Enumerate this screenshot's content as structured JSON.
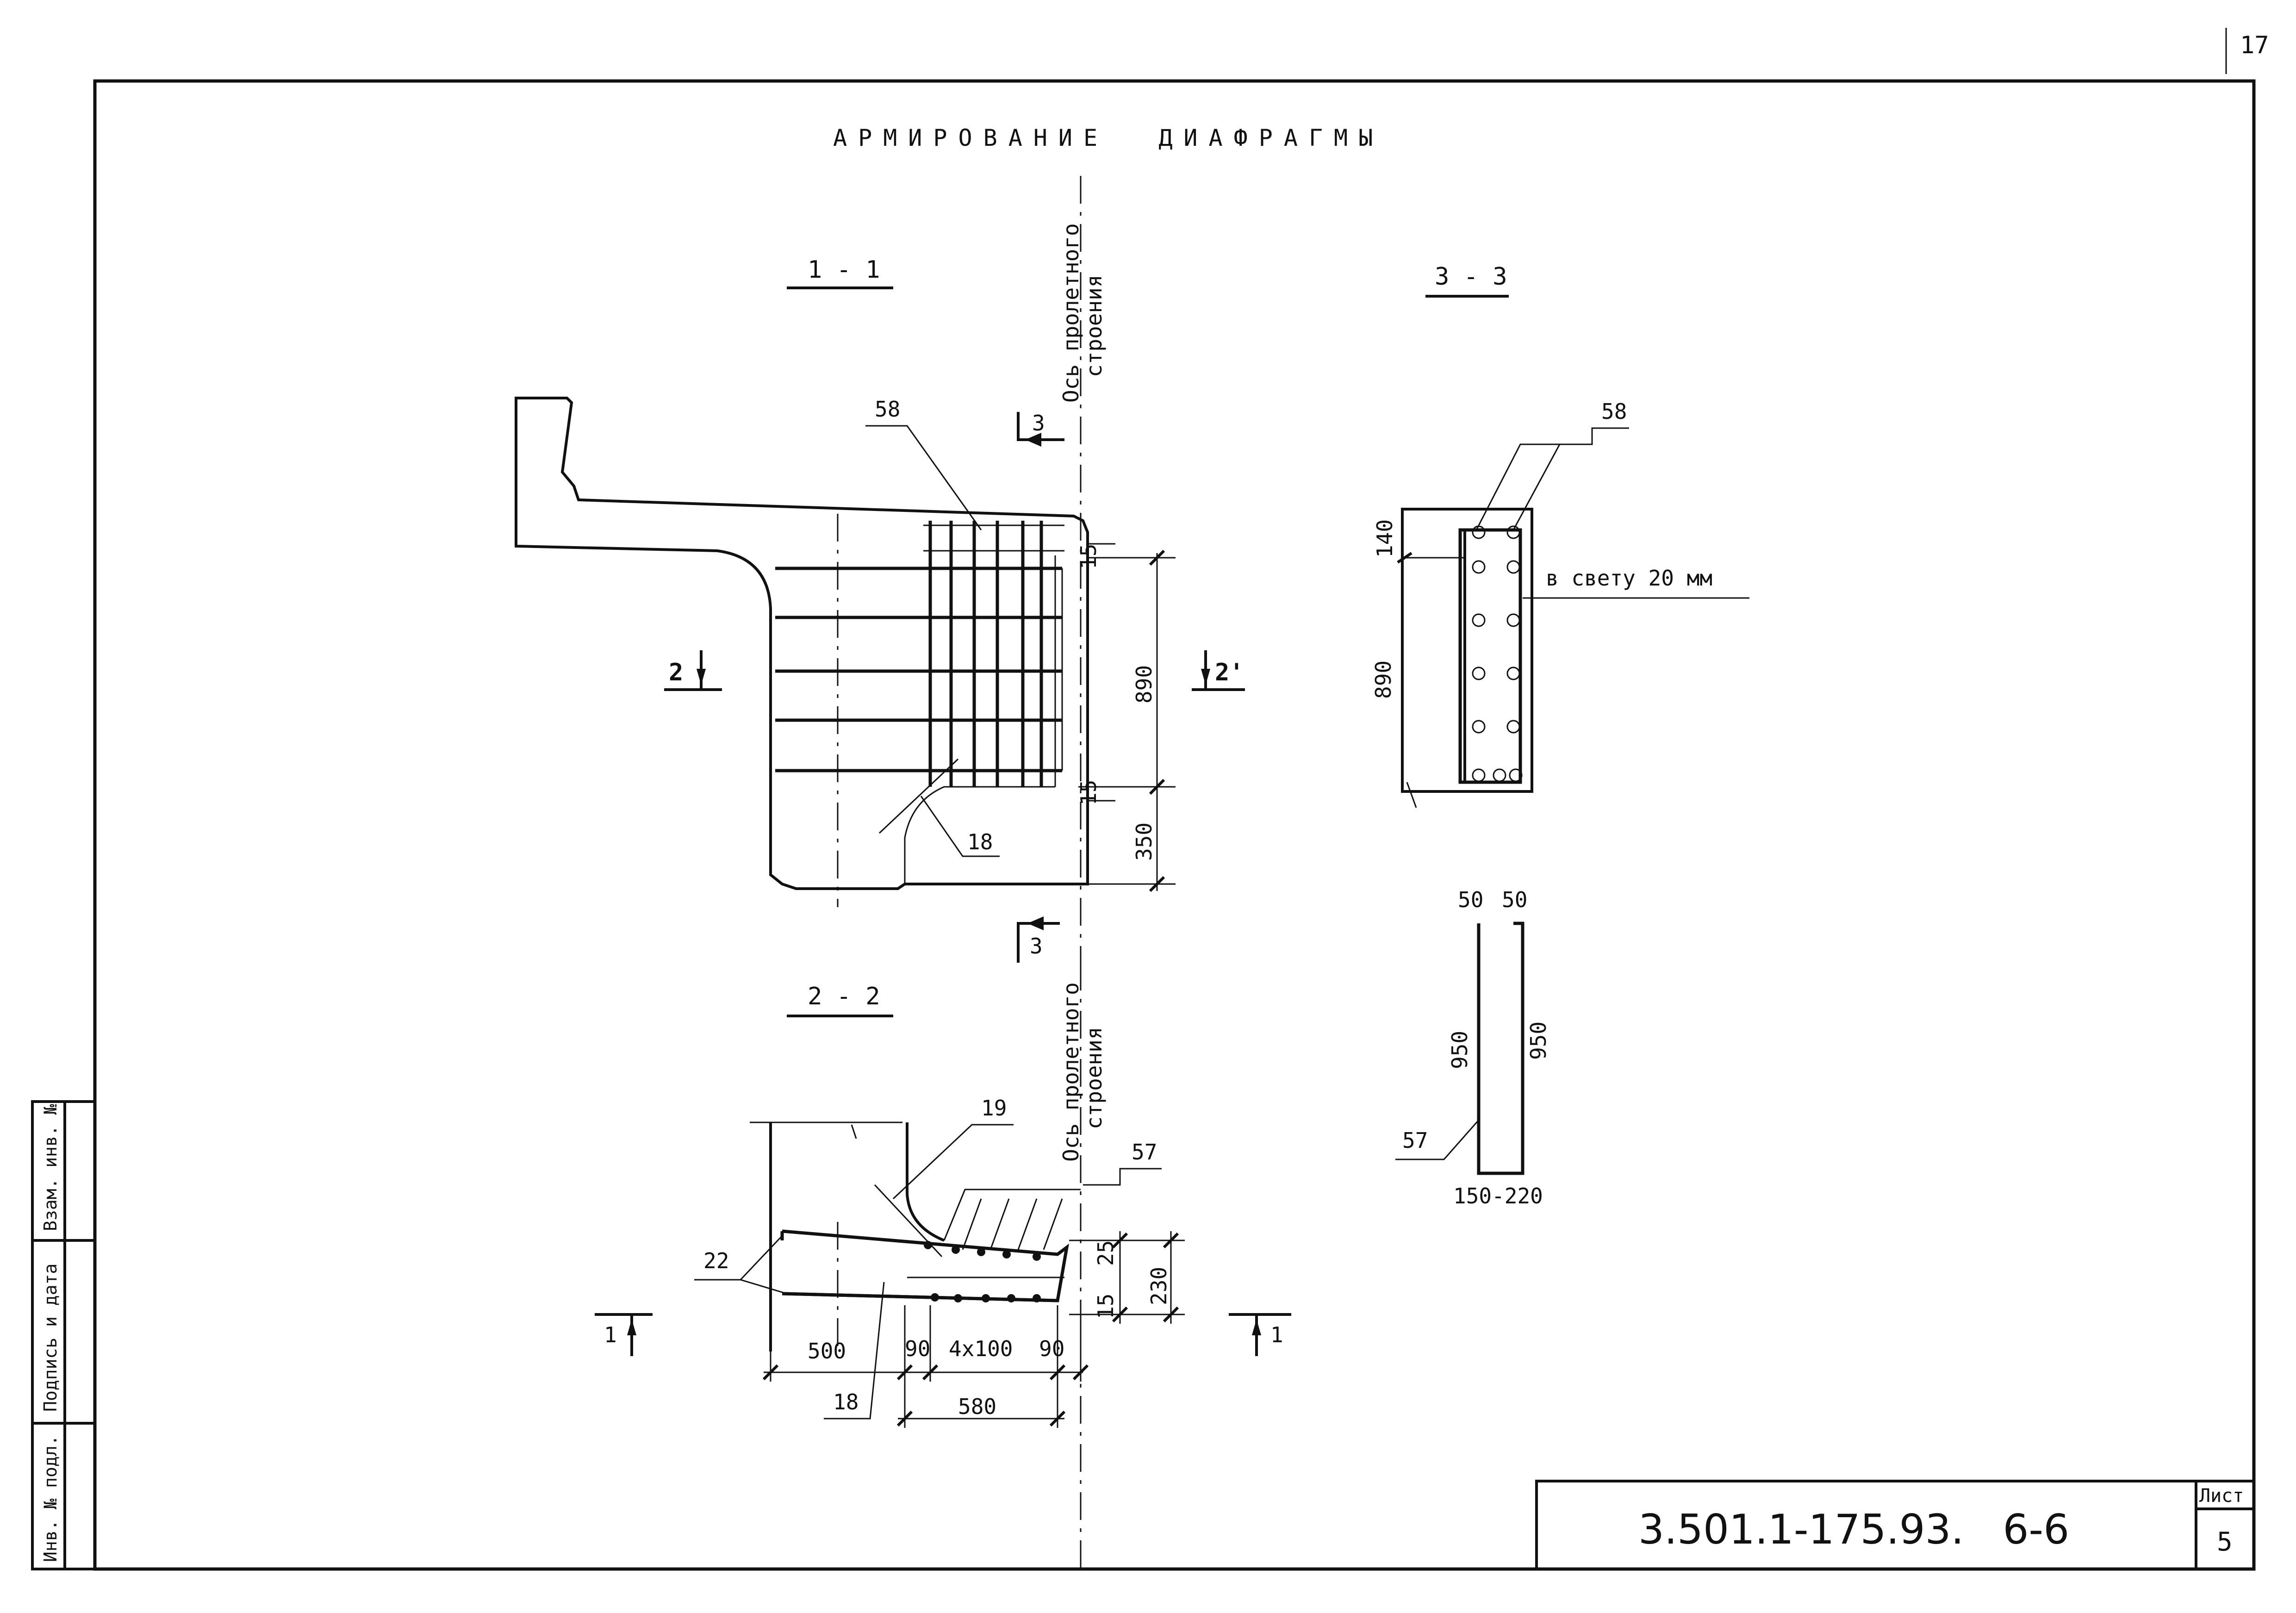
{
  "page_number": "17",
  "title": "АРМИРОВАНИЕ  ДИАФРАГМЫ",
  "sections": {
    "s11": {
      "label": "1 - 1"
    },
    "s22": {
      "label": "2 - 2"
    },
    "s33": {
      "label": "3 - 3"
    }
  },
  "axis_label_line1": "Ось пролетного",
  "axis_label_line2": "строения",
  "marks": {
    "m58": "58",
    "m18": "18",
    "m19": "19",
    "m22": "22",
    "m57": "57",
    "m3": "3",
    "m2": "2",
    "m2b": "2'",
    "m1": "1"
  },
  "dims": {
    "d15": "15",
    "d890": "890",
    "d350": "350",
    "d140": "140",
    "d25": "25",
    "d230": "230",
    "d500": "500",
    "d90": "90",
    "d4x100": "4x100",
    "d580": "580",
    "d50": "50",
    "d950": "950",
    "d150_220": "150-220"
  },
  "note_clear": "в свету 20 мм",
  "stamp": {
    "doc_code": "3.501.1-175.93.   6-6",
    "sheet_label": "Лист",
    "sheet_number": "5"
  },
  "side_stamp": {
    "inv_sub": "Инв. № подл.",
    "sign_date": "Подпись и дата",
    "vzam": "Взам. инв. №"
  }
}
